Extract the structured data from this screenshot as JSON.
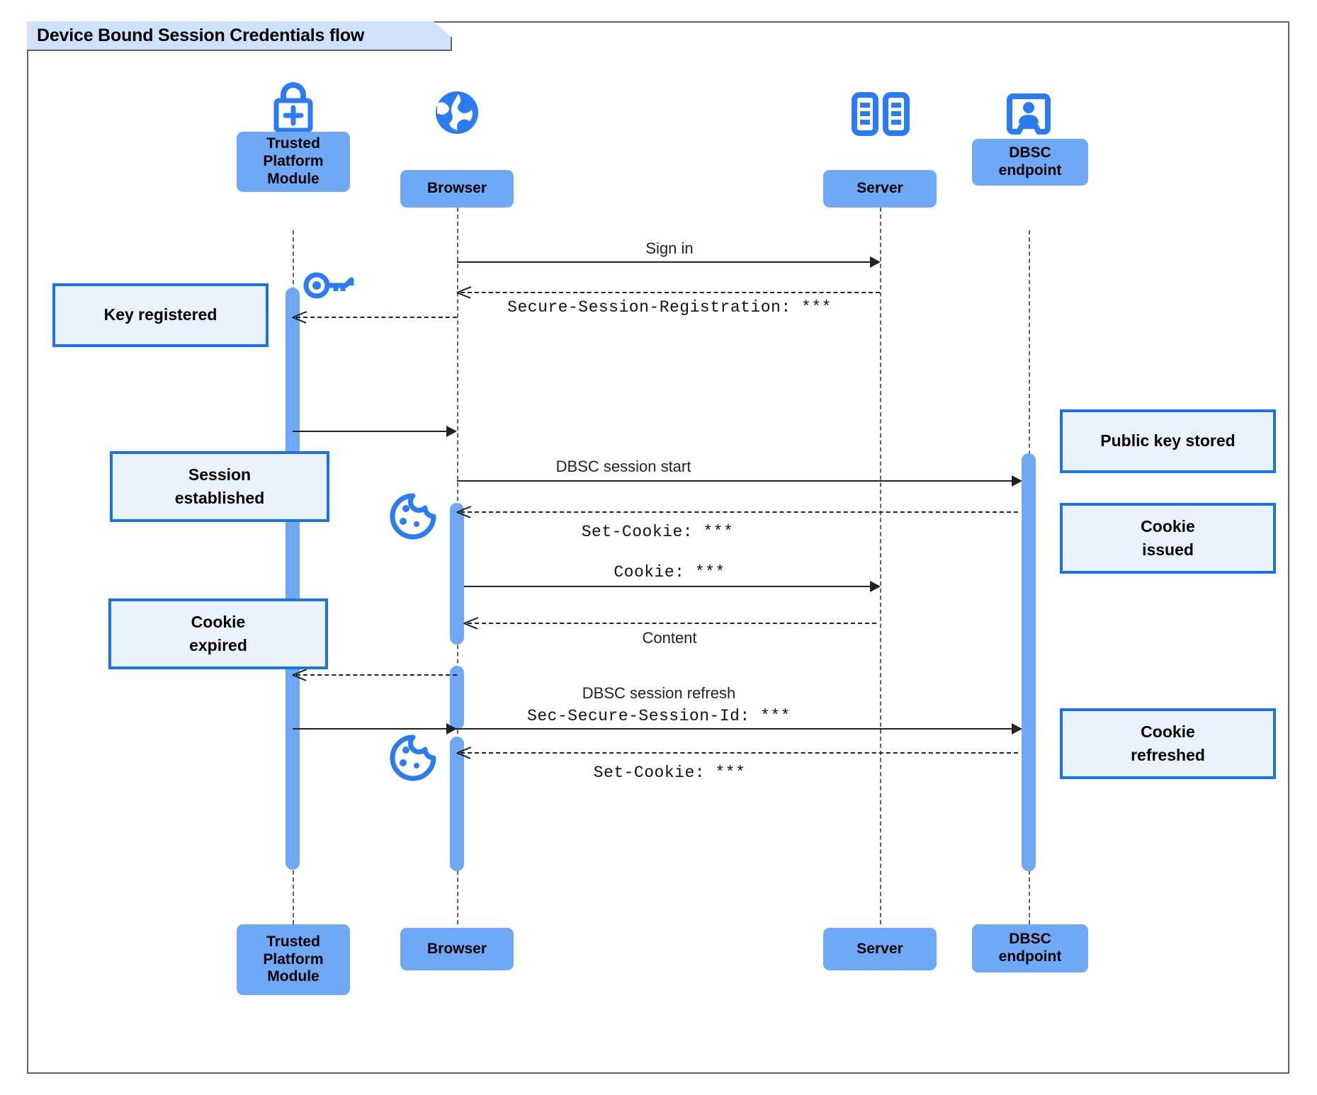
{
  "diagram": {
    "type": "uml-sequence",
    "title": "Device Bound Session Credentials flow",
    "colors": {
      "participant_fill": "#6fa8f5",
      "note_fill": "#eaf2fd",
      "note_border": "#1a73e8",
      "icon_blue": "#2b7cf0",
      "frame_border": "#5f6368",
      "title_fill": "#cfe2f9",
      "line": "#222222"
    }
  },
  "participants": [
    {
      "id": "tpm",
      "name": "Trusted\nPlatform\nModule",
      "label": "Trusted Platform Module",
      "icon": "lock-plus-icon"
    },
    {
      "id": "browser",
      "name": "Browser",
      "label": "Browser",
      "icon": "globe-icon"
    },
    {
      "id": "server",
      "name": "Server",
      "label": "Server",
      "icon": "server-rack-icon"
    },
    {
      "id": "dbsc",
      "name": "DBSC\nendpoint",
      "label": "DBSC endpoint",
      "icon": "id-badge-icon"
    }
  ],
  "participant_labels": {
    "tpm_line1": "Trusted",
    "tpm_line2": "Platform",
    "tpm_line3": "Module",
    "browser": "Browser",
    "server": "Server",
    "dbsc_line1": "DBSC",
    "dbsc_line2": "endpoint"
  },
  "messages": [
    {
      "id": "m1",
      "from": "browser",
      "to": "server",
      "text": "Sign in",
      "style": "solid",
      "font": "sans"
    },
    {
      "id": "m2",
      "from": "server",
      "to": "browser",
      "text": "Secure-Session-Registration: ***",
      "style": "dashed",
      "font": "mono"
    },
    {
      "id": "m3",
      "from": "browser",
      "to": "tpm",
      "text": "",
      "style": "dashed",
      "font": "sans"
    },
    {
      "id": "m4",
      "from": "tpm",
      "to": "browser",
      "text": "",
      "style": "solid",
      "font": "sans"
    },
    {
      "id": "m5",
      "from": "browser",
      "to": "dbsc",
      "text": "DBSC session start",
      "style": "solid",
      "font": "sans"
    },
    {
      "id": "m6",
      "from": "dbsc",
      "to": "browser",
      "text": "Set-Cookie: ***",
      "style": "dashed",
      "font": "mono"
    },
    {
      "id": "m7",
      "from": "browser",
      "to": "server",
      "text": "Cookie: ***",
      "style": "solid",
      "font": "mono"
    },
    {
      "id": "m8",
      "from": "server",
      "to": "browser",
      "text": "Content",
      "style": "dashed",
      "font": "sans"
    },
    {
      "id": "m9",
      "from": "browser",
      "to": "tpm",
      "text": "",
      "style": "dashed",
      "font": "sans"
    },
    {
      "id": "m10",
      "from": "tpm",
      "to": "dbsc",
      "text": "DBSC session refresh",
      "text2": "Sec-Secure-Session-Id: ***",
      "style": "solid",
      "font": "sans"
    },
    {
      "id": "m11",
      "from": "dbsc",
      "to": "browser",
      "text": "Set-Cookie: ***",
      "style": "dashed",
      "font": "mono"
    }
  ],
  "notes": [
    {
      "id": "n1",
      "text_line1": "Key registered",
      "text_line2": "",
      "side": "left",
      "attached": "tpm"
    },
    {
      "id": "n2",
      "text_line1": "Session",
      "text_line2": "established",
      "side": "left",
      "attached": "tpm"
    },
    {
      "id": "n3",
      "text_line1": "Cookie",
      "text_line2": "expired",
      "side": "left",
      "attached": "tpm"
    },
    {
      "id": "n4",
      "text_line1": "Public key stored",
      "text_line2": "",
      "side": "right",
      "attached": "dbsc"
    },
    {
      "id": "n5",
      "text_line1": "Cookie",
      "text_line2": "issued",
      "side": "right",
      "attached": "dbsc"
    },
    {
      "id": "n6",
      "text_line1": "Cookie",
      "text_line2": "refreshed",
      "side": "right",
      "attached": "dbsc"
    }
  ],
  "inline_icons": [
    {
      "id": "i1",
      "icon": "key-icon",
      "near": "tpm-lifeline"
    },
    {
      "id": "i2",
      "icon": "cookie-icon",
      "near": "browser-lifeline-session"
    },
    {
      "id": "i3",
      "icon": "cookie-icon",
      "near": "browser-lifeline-refresh"
    }
  ]
}
